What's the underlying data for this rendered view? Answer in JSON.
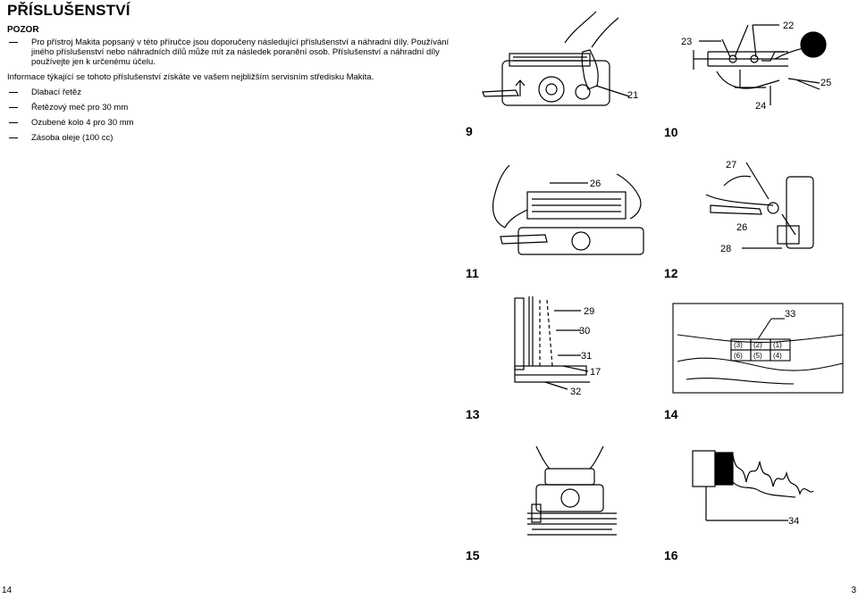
{
  "title": "PŘÍSLUŠENSTVÍ",
  "caution": {
    "heading": "POZOR",
    "items": [
      "Pro přístroj Makita popsaný v této příručce jsou doporučeny následující příslušenství a náhradní díly. Používání jiného příslušenství nebo náhradních dílů může mít za následek poranění osob. Příslušenství a náhradní díly používejte jen k určenému účelu."
    ]
  },
  "info": "Informace týkající se tohoto příslušenství získáte ve vašem nejbližším servisním středisku Makita.",
  "accessories": [
    "Dlabací řetěz",
    "Řetězový meč pro 30 mm",
    "Ozubené kolo 4 pro 30 mm",
    "Zásoba oleje (100 cc)"
  ],
  "figures": [
    {
      "number": "9",
      "callouts": [
        "21"
      ]
    },
    {
      "number": "10",
      "callouts": [
        "22",
        "23",
        "24",
        "25"
      ]
    },
    {
      "number": "11",
      "callouts": [
        "26"
      ]
    },
    {
      "number": "12",
      "callouts": [
        "27",
        "26",
        "28"
      ]
    },
    {
      "number": "13",
      "callouts": [
        "29",
        "30",
        "31",
        "17",
        "32"
      ]
    },
    {
      "number": "14",
      "callouts": [
        "33"
      ],
      "sequence": [
        "(3)",
        "(2)",
        "(1)",
        "(6)",
        "(5)",
        "(4)"
      ]
    },
    {
      "number": "15",
      "callouts": []
    },
    {
      "number": "16",
      "callouts": [
        "34"
      ]
    }
  ],
  "page_numbers": {
    "left": "14",
    "right": "3"
  }
}
